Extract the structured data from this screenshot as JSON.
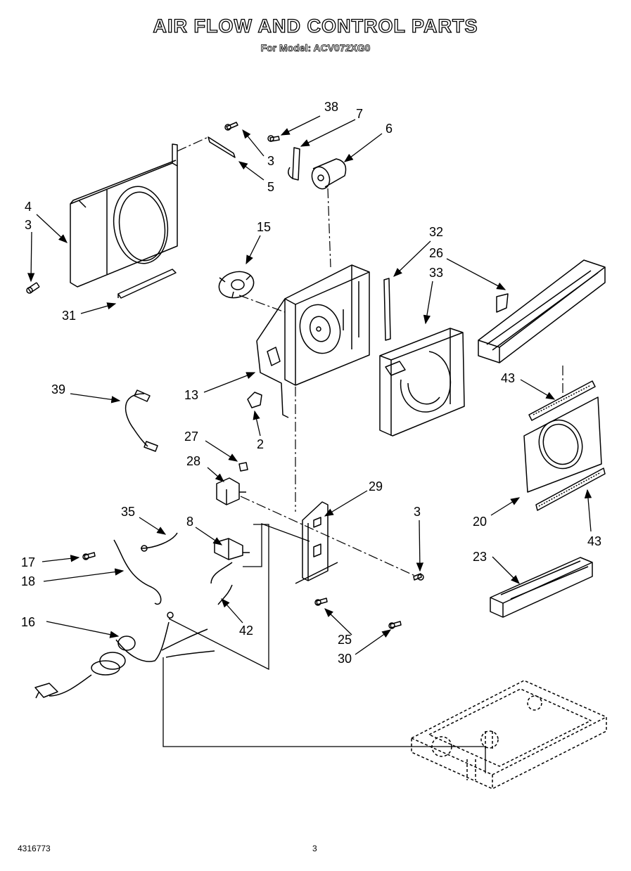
{
  "header": {
    "title": "AIR FLOW AND CONTROL PARTS",
    "subtitle": "For Model: ACV072XG0"
  },
  "footer": {
    "part_number": "4316773",
    "page_number": "3"
  },
  "callouts": [
    "38",
    "7",
    "6",
    "3",
    "5",
    "4",
    "3",
    "15",
    "32",
    "26",
    "33",
    "31",
    "39",
    "13",
    "2",
    "43",
    "27",
    "28",
    "29",
    "3",
    "20",
    "43",
    "35",
    "8",
    "17",
    "18",
    "42",
    "23",
    "16",
    "25",
    "30"
  ]
}
